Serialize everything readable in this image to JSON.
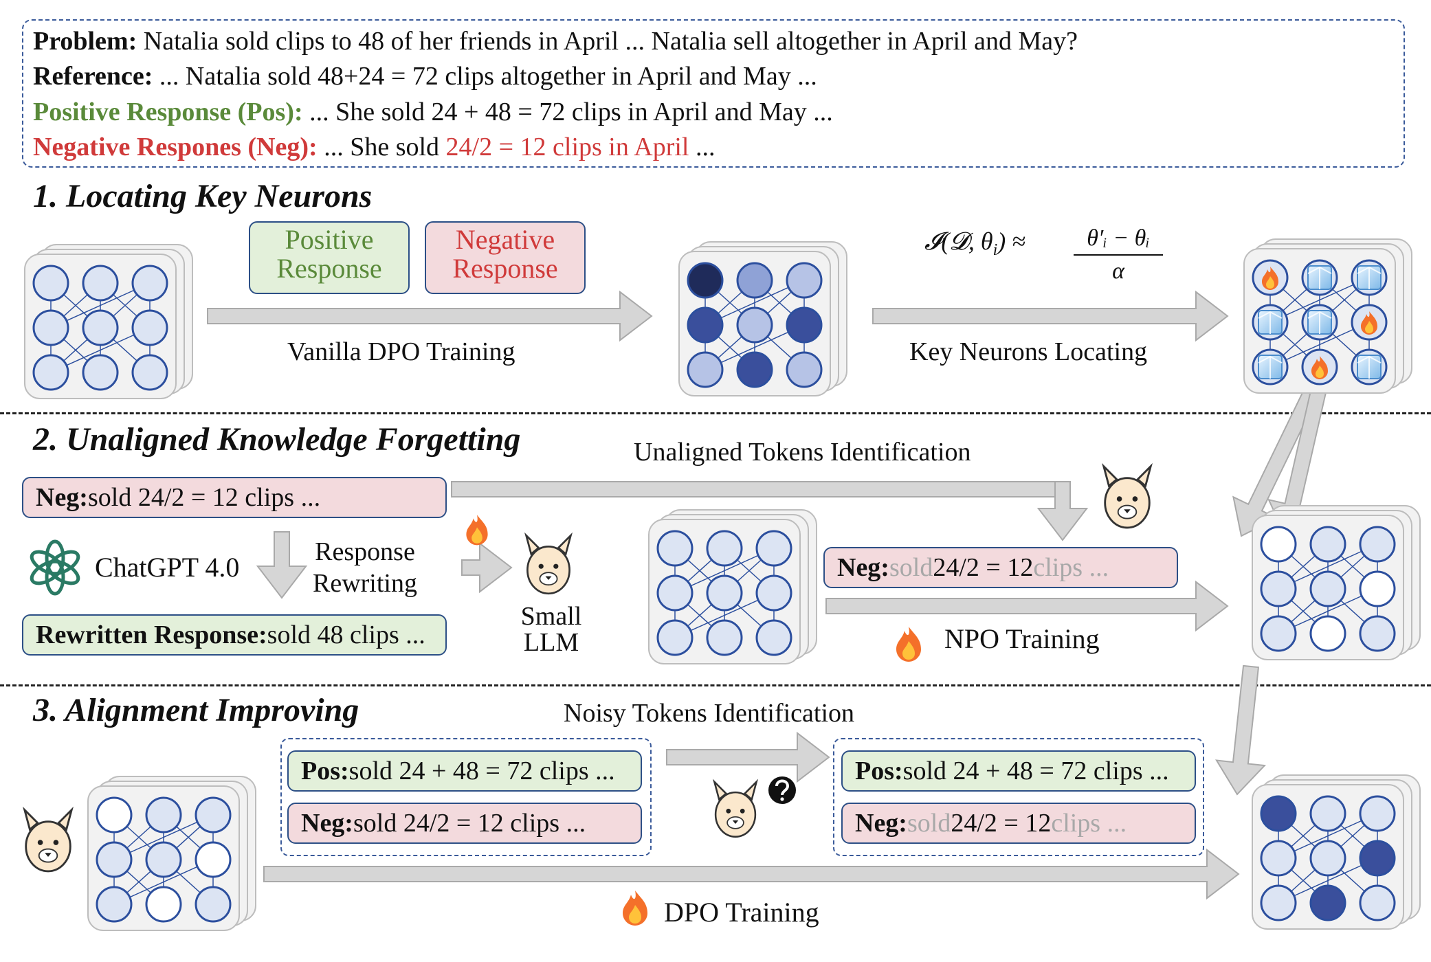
{
  "problem": {
    "problem_label": "Problem:",
    "problem_text": " Natalia sold clips to 48 of her friends in April ... Natalia sell altogether in April and May?",
    "reference_label": "Reference:",
    "reference_text": " ... Natalia sold 48+24 = 72 clips altogether in April and May ...",
    "pos_label": "Positive Response (Pos):",
    "pos_text": " ... She sold 24 + 48 = 72 clips in April and May ...",
    "neg_label": "Negative Respones (Neg):",
    "neg_text_a": " ... She sold ",
    "neg_text_highlight": "24/2 = 12 clips in April",
    "neg_text_b": " ..."
  },
  "section1": {
    "title": "1. Locating Key Neurons",
    "positive_response": "Positive Response",
    "negative_response": "Negative Response",
    "vanilla_dpo": "Vanilla DPO Training",
    "formula_lhs": "𝓘(𝓓, θ",
    "formula_sub": "i",
    "formula_rhs": ") ≈",
    "formula_num": "θ′ᵢ − θᵢ",
    "formula_den": "α",
    "key_neurons": "Key Neurons Locating"
  },
  "section2": {
    "title": "2. Unaligned Knowledge Forgetting",
    "neg_label": "Neg:",
    "neg_text": " sold 24/2 = 12 clips ...",
    "chatgpt": "ChatGPT 4.0",
    "response_rewriting_1": "Response",
    "response_rewriting_2": "Rewriting",
    "rewritten_label": "Rewritten Response:",
    "rewritten_text": " sold 48 clips ...",
    "small_llm_1": "Small",
    "small_llm_2": "LLM",
    "unaligned_tokens": "Unaligned Tokens Identification",
    "neg2_label": "Neg:",
    "neg2_faded_a": " sold",
    "neg2_mid": " 24/2 = 12 ",
    "neg2_faded_b": "clips ...",
    "npo": "NPO Training"
  },
  "section3": {
    "title": "3. Alignment Improving",
    "noisy_tokens": "Noisy Tokens Identification",
    "pos_label": "Pos:",
    "pos_text": " sold 24 + 48 = 72 clips ...",
    "neg_label": "Neg:",
    "neg_text": " sold 24/2 = 12 clips ...",
    "pos2_label": "Pos:",
    "pos2_text": " sold 24 + 48 = 72 clips ...",
    "neg2_label": "Neg:",
    "neg2_faded_a": " sold",
    "neg2_mid": " 24/2 = 12 ",
    "neg2_faded_b": "clips ...",
    "dpo": "DPO Training"
  },
  "colors": {
    "neuron_fill": "#dce4f3",
    "neuron_stroke": "#2c4f9e",
    "dark": "#1f2b5a",
    "mid": "#3a4f9c",
    "light": "#8fa2d6",
    "lighter": "#b6c3e6",
    "green_box": "#e3f0da",
    "red_box": "#f3dadd",
    "arrow": "#d6d6d6"
  },
  "icons": [
    "neural-network-icon",
    "fire-icon",
    "ice-cube-icon",
    "chatgpt-logo-icon",
    "alpaca-icon",
    "question-mark-icon"
  ]
}
